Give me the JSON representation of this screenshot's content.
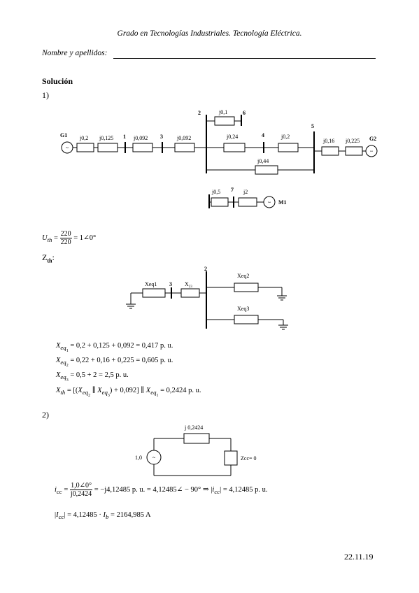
{
  "header": {
    "title": "Grado en Tecnologías Industriales. Tecnología Eléctrica.",
    "name_label": "Nombre y apellidos:"
  },
  "solution": {
    "heading": "Solución",
    "part1_label": "1)",
    "part2_label": "2)"
  },
  "diagram1": {
    "nodes": {
      "n1": "1",
      "n2": "2",
      "n3": "3",
      "n4": "4",
      "n5": "5",
      "n6": "6",
      "n7": "7"
    },
    "gens": {
      "g1": "G1",
      "g2": "G2",
      "m1": "M1",
      "symbol": "~"
    },
    "imps": {
      "a": "j0,2",
      "b": "j0,125",
      "c": "j0,092",
      "d": "j0,092",
      "e": "j0,1",
      "f": "j0,24",
      "g": "j0,2",
      "h": "j0,16",
      "i": "j0,225",
      "j": "j0,44",
      "k": "j0,5",
      "l": "j2"
    }
  },
  "uth": {
    "lhs": "U",
    "sub": "th",
    "num": "220",
    "den": "220",
    "rhs": "= 1∠0°"
  },
  "zth_label": {
    "main": "Z",
    "sub": "th",
    "colon": ":"
  },
  "diagram2": {
    "node2": "2",
    "node3": "3",
    "xeq1": "Xeq1",
    "x23": "X",
    "x23_sub": "23",
    "xeq2": "Xeq2",
    "xeq3": "Xeq3"
  },
  "equations": {
    "xeq1": {
      "sym": "X",
      "sub": "eq",
      "subsub": "1",
      "rhs": "= 0,2 + 0,125 + 0,092 = 0,417 p. u."
    },
    "xeq2": {
      "sym": "X",
      "sub": "eq",
      "subsub": "2",
      "rhs": "= 0,22 + 0,16 + 0,225 = 0,605 p. u."
    },
    "xeq3": {
      "sym": "X",
      "sub": "eq",
      "subsub": "3",
      "rhs": "= 0,5 + 2 = 2,5 p. u."
    },
    "xth": {
      "sym": "X",
      "sub": "th",
      "p1": "= [(",
      "a": "X",
      "a_sub": "eq",
      "a_subsub": "2",
      "par1": "∥",
      "b": "X",
      "b_sub": "eq",
      "b_subsub": "3",
      "p2": ") + 0,092] ∥",
      "c": "X",
      "c_sub": "eq",
      "c_subsub": "1",
      "p3": "= 0,2424 p. u."
    }
  },
  "diagram3": {
    "imp": "j 0,2424",
    "source": "1,0",
    "zcc": "Zcc= 0"
  },
  "icc": {
    "lhs": "i",
    "sub": "cc",
    "num": "1,0∠0°",
    "den": "j0,2424",
    "rhs": "= −j4,12485 p. u. = 4,12485∠ − 90°  ⇒ |",
    "abs_sym": "i",
    "abs_sub": "cc",
    "abs_rhs": "| = 4,12485 p. u."
  },
  "Icc": {
    "pre": "|",
    "sym": "I",
    "sub": "cc",
    "mid": "| = 4,12485 ·",
    "ib": "I",
    "ib_sub": "b",
    "rhs": "= 2164,985 A"
  },
  "footer": {
    "date": "22.11.19"
  }
}
